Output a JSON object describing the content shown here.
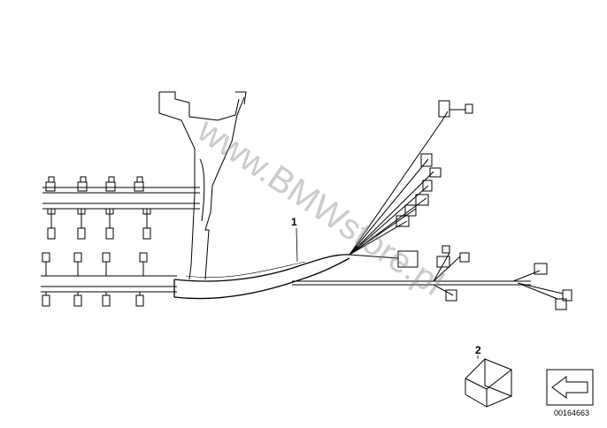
{
  "diagram": {
    "callouts": {
      "harness": "1",
      "packaging": "2"
    },
    "reference_number": "00164663",
    "watermark": "www.BMWstore.pl",
    "icons": {
      "back_arrow": "arrow-left-icon",
      "package": "box-icon"
    }
  }
}
